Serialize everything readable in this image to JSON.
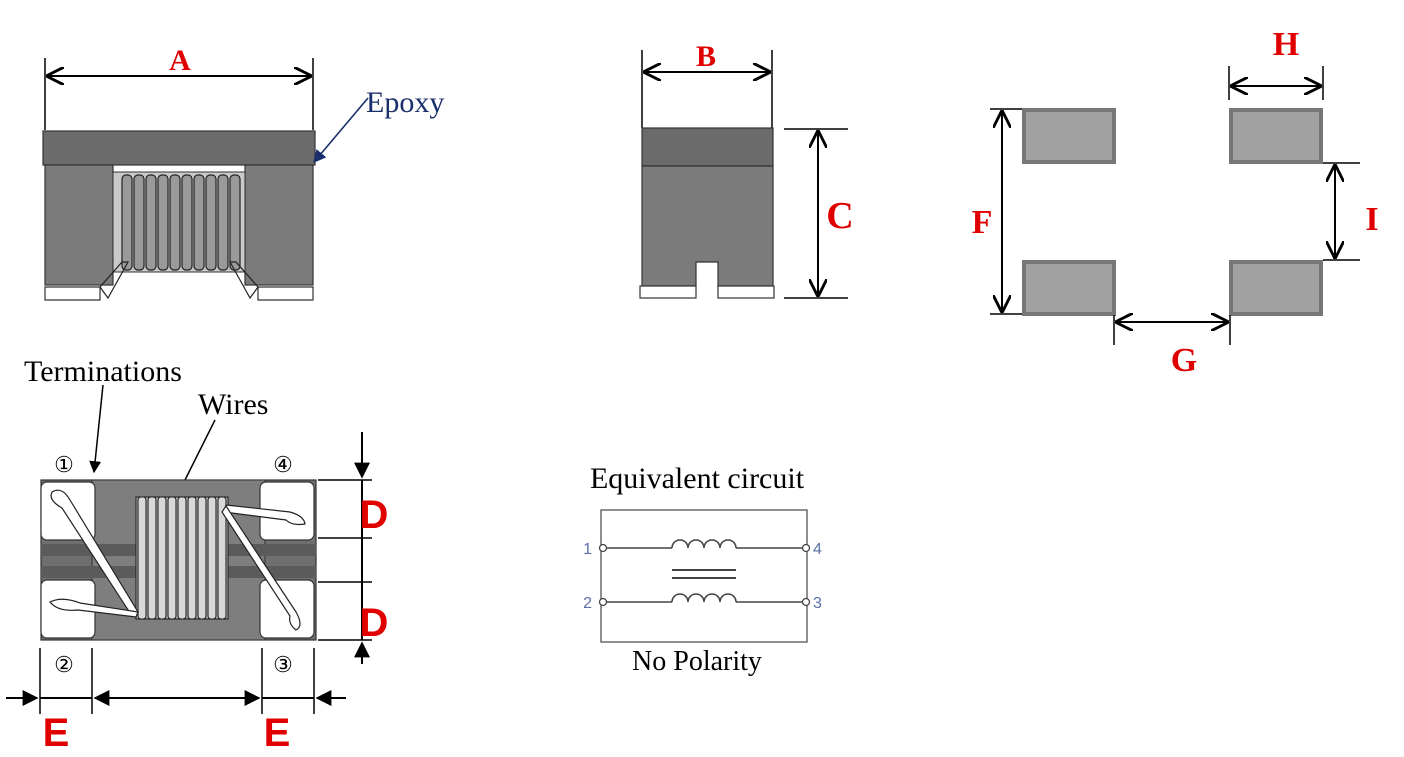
{
  "labels": {
    "A": "A",
    "B": "B",
    "C": "C",
    "D_top": "D",
    "D_bottom": "D",
    "E_left": "E",
    "E_right": "E",
    "F": "F",
    "G": "G",
    "H": "H",
    "I": "I"
  },
  "callouts": {
    "epoxy": "Epoxy",
    "terminations": "Terminations",
    "wires": "Wires"
  },
  "pins": {
    "p1": "①",
    "p2": "②",
    "p3": "③",
    "p4": "④"
  },
  "circuit": {
    "title": "Equivalent circuit",
    "pin1": "1",
    "pin2": "2",
    "pin3": "3",
    "pin4": "4",
    "note": "No Polarity"
  },
  "colors": {
    "dimension_label": "#e00000",
    "epoxy_label": "#1a2f6b",
    "body": "#7b7b7b",
    "pad": "#a2a2a2"
  }
}
